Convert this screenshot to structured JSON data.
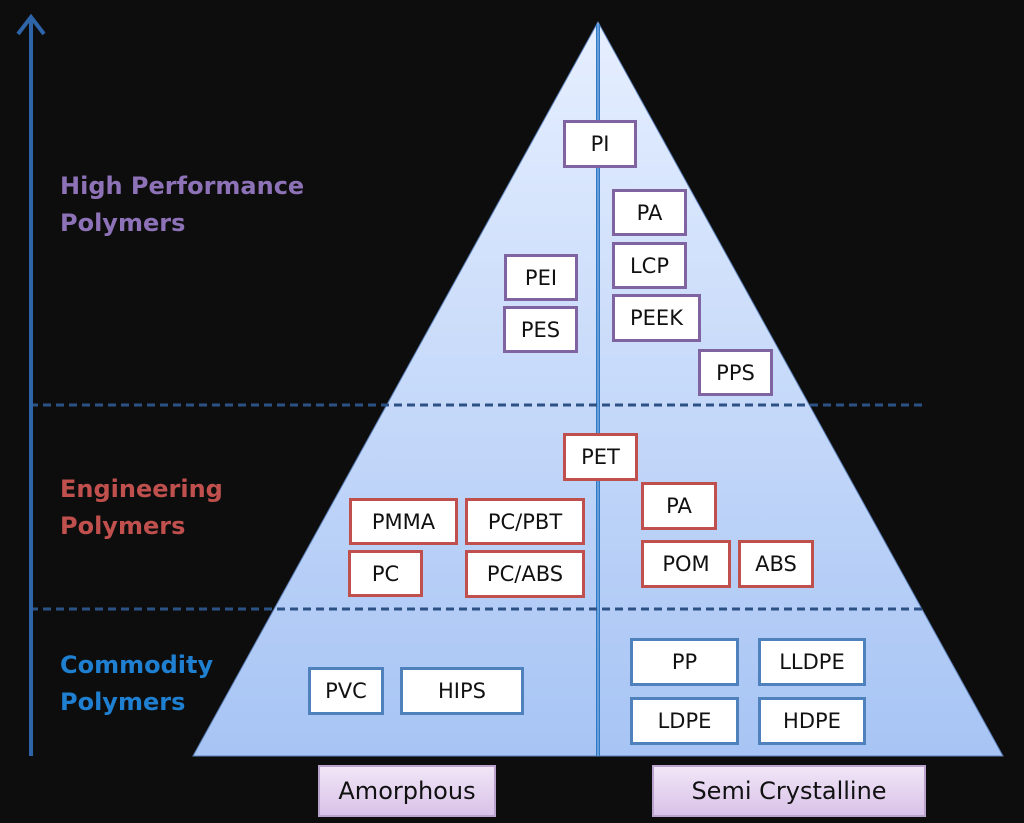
{
  "tiers": {
    "high_performance": {
      "label_line1": "High Performance",
      "label_line2": "Polymers",
      "color": "#8e72b8"
    },
    "engineering": {
      "label_line1": "Engineering",
      "label_line2": "Polymers",
      "color": "#c0504d"
    },
    "commodity": {
      "label_line1": "Commodity",
      "label_line2": "Polymers",
      "color": "#1f7fd0"
    }
  },
  "polymers": {
    "high_performance": {
      "center": [
        "PI"
      ],
      "amorphous": [
        "PEI",
        "PES"
      ],
      "semi_crystalline": [
        "PA",
        "LCP",
        "PEEK",
        "PPS"
      ]
    },
    "engineering": {
      "center": [
        "PET"
      ],
      "amorphous": [
        "PMMA",
        "PC/PBT",
        "PC",
        "PC/ABS"
      ],
      "semi_crystalline": [
        "PA",
        "POM",
        "ABS"
      ]
    },
    "commodity": {
      "amorphous": [
        "PVC",
        "HIPS"
      ],
      "semi_crystalline": [
        "PP",
        "LLDPE",
        "LDPE",
        "HDPE"
      ]
    }
  },
  "categories": {
    "left": "Amorphous",
    "right": "Semi Crystalline"
  },
  "colors": {
    "background": "#0d0d0d",
    "pyramid_fill_top": "#e4eeff",
    "pyramid_fill_bottom": "#a9c6f5",
    "axis_line": "#2e64a8",
    "divider_dash": "#2c5285"
  }
}
